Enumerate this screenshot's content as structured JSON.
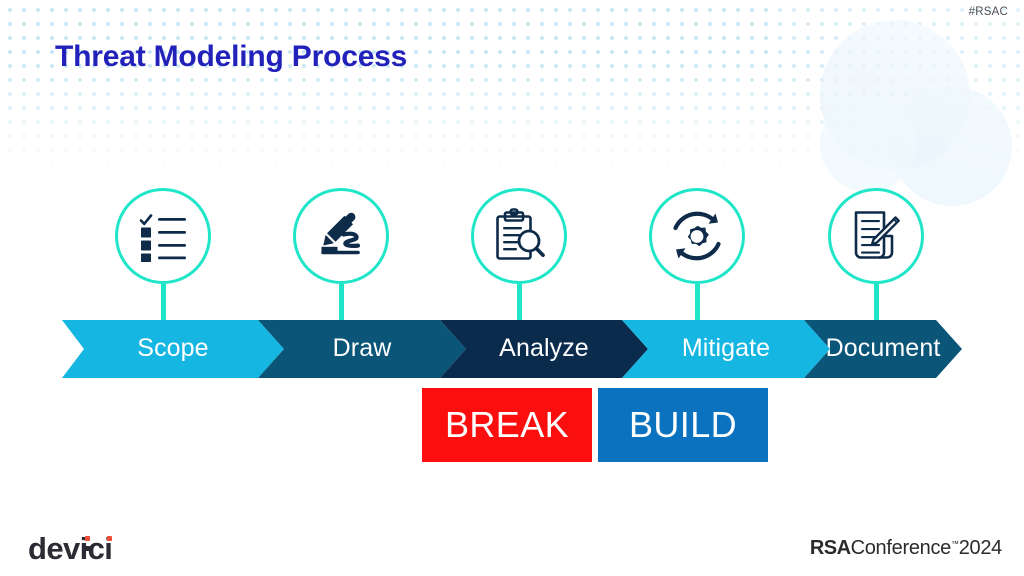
{
  "slide": {
    "hashtag": "#RSAC",
    "title": "Threat Modeling Process",
    "background_dot_color": "#bfe3f2",
    "title_color": "#2222bb"
  },
  "process": {
    "circle_stroke_color": "#1fe6c8",
    "connector_color": "#1fe6c8",
    "steps": [
      {
        "label": "Scope",
        "icon": "checklist-icon",
        "chevron_color": "#16b6e2",
        "icon_color": "#0e2b4a"
      },
      {
        "label": "Draw",
        "icon": "pencil-drawing-icon",
        "chevron_color": "#0a5578",
        "icon_color": "#0e2b4a"
      },
      {
        "label": "Analyze",
        "icon": "clipboard-magnifier-icon",
        "chevron_color": "#0b2b4d",
        "icon_color": "#0e2b4a"
      },
      {
        "label": "Mitigate",
        "icon": "gear-refresh-icon",
        "chevron_color": "#16b6e2",
        "icon_color": "#0e2b4a"
      },
      {
        "label": "Document",
        "icon": "document-pen-icon",
        "chevron_color": "#0a5578",
        "icon_color": "#0e2b4a"
      }
    ]
  },
  "phases": [
    {
      "label": "BREAK",
      "color": "#fb0e0e"
    },
    {
      "label": "BUILD",
      "color": "#0a72bf"
    }
  ],
  "footer": {
    "devici_logo_text": "devici",
    "rsa_bold": "RSA",
    "rsa_regular": "Conference",
    "rsa_tm": "™",
    "rsa_year": "2024"
  }
}
